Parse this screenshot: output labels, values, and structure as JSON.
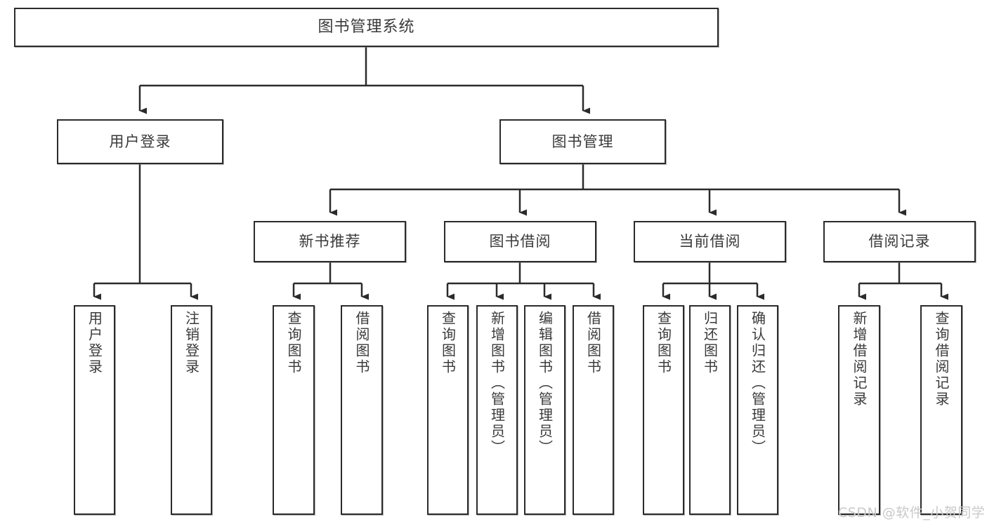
{
  "diagram": {
    "title": "图书管理系统",
    "type": "tree",
    "watermark": "CSDN @软件_小贺同学",
    "colors": {
      "border": "#2b2b2b",
      "text": "#3a3a3a",
      "background": "#ffffff",
      "connector": "#2b2b2b",
      "watermark": "#c9c9c9"
    },
    "root": {
      "label": "图书管理系统"
    },
    "level1": [
      {
        "label": "用户登录"
      },
      {
        "label": "图书管理"
      }
    ],
    "level2": [
      {
        "label": "新书推荐"
      },
      {
        "label": "图书借阅"
      },
      {
        "label": "当前借阅"
      },
      {
        "label": "借阅记录"
      }
    ],
    "leaves": {
      "user_login": [
        {
          "label": "用户登录"
        },
        {
          "label": "注销登录"
        }
      ],
      "new_book_recommend": [
        {
          "label": "查询图书"
        },
        {
          "label": "借阅图书"
        }
      ],
      "book_borrow": [
        {
          "label": "查询图书"
        },
        {
          "label": "新增图书（管理员）"
        },
        {
          "label": "编辑图书（管理员）"
        },
        {
          "label": "借阅图书"
        }
      ],
      "current_borrow": [
        {
          "label": "查询图书"
        },
        {
          "label": "归还图书"
        },
        {
          "label": "确认归还（管理员）"
        }
      ],
      "borrow_record": [
        {
          "label": "新增借阅记录"
        },
        {
          "label": "查询借阅记录"
        }
      ]
    }
  }
}
